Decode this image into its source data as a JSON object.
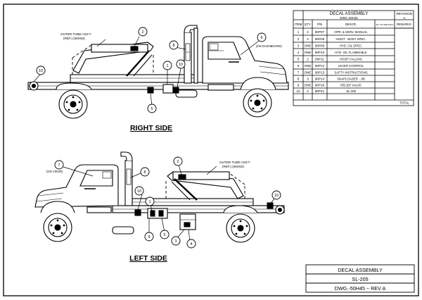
{
  "table": {
    "title_line1": "DECAL ASSEMBLY",
    "title_line2": "DWG.-50H45",
    "revision_label": "REVISION",
    "revision_value": "A",
    "headers": {
      "item": "ITEM",
      "qty": "QTY.",
      "pn": "P/N",
      "descr": "DESCR.",
      "wt": "WT.-LB. PER EACH",
      "remarks": "REMARKS"
    },
    "rows": [
      {
        "item": "1",
        "qty": "2",
        "pn": "90P07",
        "descr": "OPR. & SERV. MANUAL"
      },
      {
        "item": "2",
        "qty": "2",
        "pn": "90P08",
        "descr": "HOIST - BODY SPEC."
      },
      {
        "item": "3",
        "qty": "ONE",
        "pn": "90P09",
        "descr": "HYD. OIL SPEC."
      },
      {
        "item": "4",
        "qty": "ONE",
        "pn": "90P10",
        "descr": "HYD. OIL FLAMMABLE"
      },
      {
        "item": "5",
        "qty": "2",
        "pn": "90P11",
        "descr": "HOIST FALLING"
      },
      {
        "item": "6",
        "qty": "ONE",
        "pn": "90P12",
        "descr": "LEVER CONTROL"
      },
      {
        "item": "7",
        "qty": "ONE",
        "pn": "90P13",
        "descr": "SAFTY INSTRUCTIONS"
      },
      {
        "item": "8",
        "qty": "3",
        "pn": "90P14",
        "descr": "SNAPLOADER - JIB"
      },
      {
        "item": "9",
        "qty": "ONE",
        "pn": "90P18",
        "descr": "RELIEF VALVE"
      },
      {
        "item": "10",
        "qty": "4",
        "pn": "90P21",
        "descr": "SL-205"
      }
    ],
    "total_label": "TOTAL"
  },
  "right_side": {
    "view_label": "RIGHT SIDE",
    "outer_tube_note_line1": "OUTER TUBE ASS'Y",
    "outer_tube_note_line2": "(REF.) (50H63)",
    "dashboard_note": "(ON DASHBOARD)",
    "callouts": [
      "2",
      "6",
      "8",
      "10",
      "1",
      "10",
      "5"
    ]
  },
  "left_side": {
    "view_label": "LEFT SIDE",
    "outer_tube_note_line1": "OUTER TUBE ASS'Y",
    "outer_tube_note_line2": "(REF.) (50H63)",
    "visor_note": "(ON VISOR)",
    "callouts": [
      "7",
      "8",
      "2",
      "10",
      "1",
      "9",
      "5",
      "3",
      "4",
      "10"
    ]
  },
  "title_block": {
    "line1": "DECAL ASSEMBLY",
    "line2": "SL-205",
    "line3": "DWG.-50H45 ~ REV A"
  }
}
